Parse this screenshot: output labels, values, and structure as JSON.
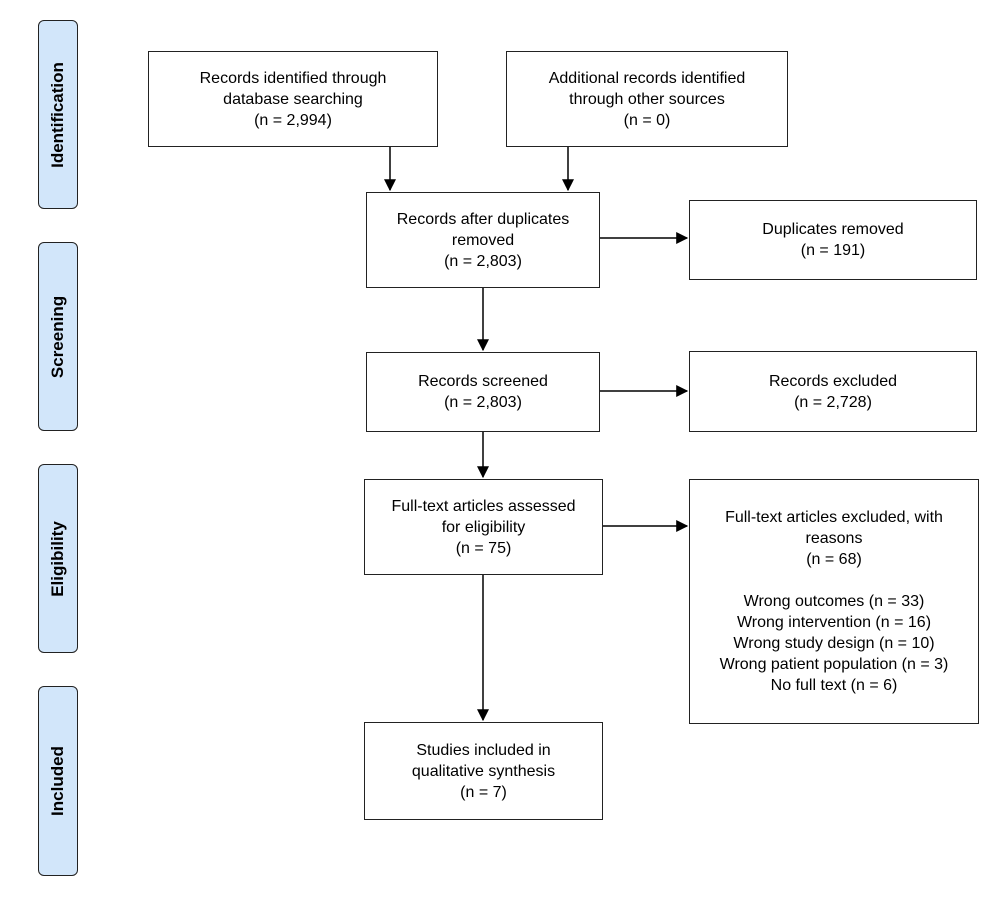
{
  "phases": {
    "identification": "Identification",
    "screening": "Screening",
    "eligibility": "Eligibility",
    "included": "Included"
  },
  "boxes": {
    "database_search": {
      "line1": "Records identified through",
      "line2": "database searching",
      "count": "(n = 2,994)"
    },
    "other_sources": {
      "line1": "Additional records identified",
      "line2": "through other sources",
      "count": "(n = 0)"
    },
    "after_duplicates": {
      "line1": "Records after duplicates",
      "line2": "removed",
      "count": "(n = 2,803)"
    },
    "duplicates_removed": {
      "line1": "Duplicates removed",
      "count": "(n = 191)"
    },
    "screened": {
      "line1": "Records screened",
      "count": "(n = 2,803)"
    },
    "excluded": {
      "line1": "Records excluded",
      "count": "(n = 2,728)"
    },
    "fulltext_assessed": {
      "line1": "Full-text articles assessed",
      "line2": "for eligibility",
      "count": "(n = 75)"
    },
    "fulltext_excluded": {
      "line1": "Full-text articles excluded, with",
      "line2": "reasons",
      "count": "(n = 68)",
      "reasons": [
        "Wrong outcomes (n = 33)",
        "Wrong intervention (n = 16)",
        "Wrong study design (n = 10)",
        "Wrong patient population (n = 3)",
        "No full text (n = 6)"
      ]
    },
    "included_studies": {
      "line1": "Studies included in",
      "line2": "qualitative synthesis",
      "count": "(n = 7)"
    }
  }
}
